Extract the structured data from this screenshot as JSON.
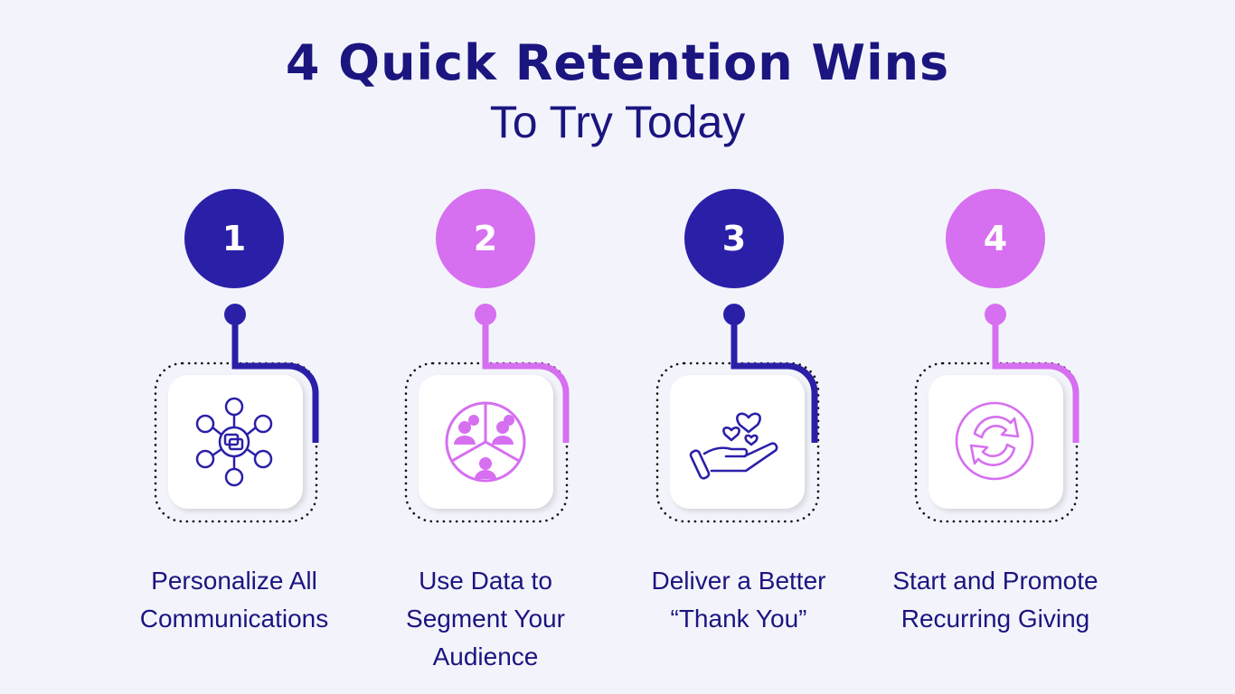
{
  "title": "4 Quick Retention Wins",
  "subtitle": "To Try Today",
  "colors": {
    "navy": "#2a20a8",
    "pink": "#d66ff0",
    "background": "#f3f4fb",
    "text": "#1b1580"
  },
  "steps": [
    {
      "number": "1",
      "label_line1": "Personalize All",
      "label_line2": "Communications",
      "label_line3": "",
      "icon": "network-chat-icon",
      "color": "navy"
    },
    {
      "number": "2",
      "label_line1": "Use Data to",
      "label_line2": "Segment Your",
      "label_line3": "Audience",
      "icon": "audience-segment-pie-icon",
      "color": "pink"
    },
    {
      "number": "3",
      "label_line1": "Deliver a Better",
      "label_line2": "“Thank You”",
      "label_line3": "",
      "icon": "hand-hearts-icon",
      "color": "navy"
    },
    {
      "number": "4",
      "label_line1": "Start and Promote",
      "label_line2": "Recurring Giving",
      "label_line3": "",
      "icon": "recurring-arrows-icon",
      "color": "pink"
    }
  ]
}
